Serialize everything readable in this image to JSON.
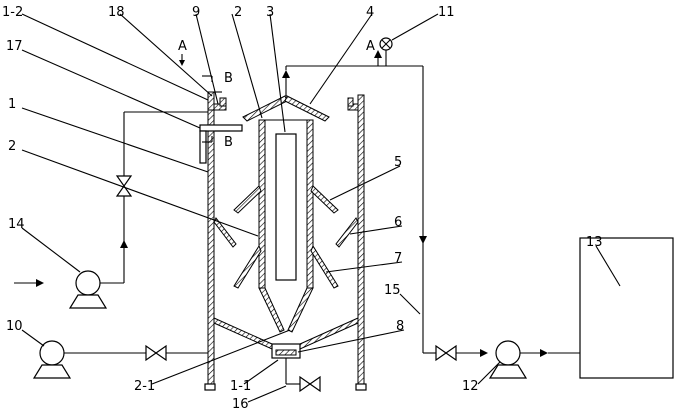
{
  "labels": {
    "l1_2": "1-2",
    "l18": "18",
    "l9": "9",
    "l2a": "2",
    "l3": "3",
    "l4": "4",
    "l11": "11",
    "l17": "17",
    "l1": "1",
    "l2b": "2",
    "l5": "5",
    "l6": "6",
    "l7": "7",
    "l14": "14",
    "l13": "13",
    "l15": "15",
    "l8": "8",
    "l10": "10",
    "l2_1": "2-1",
    "l1_1": "1-1",
    "l16": "16",
    "l12": "12",
    "sectionA1": "A",
    "sectionA2": "A",
    "sectionB1": "B",
    "sectionB2": "B"
  }
}
